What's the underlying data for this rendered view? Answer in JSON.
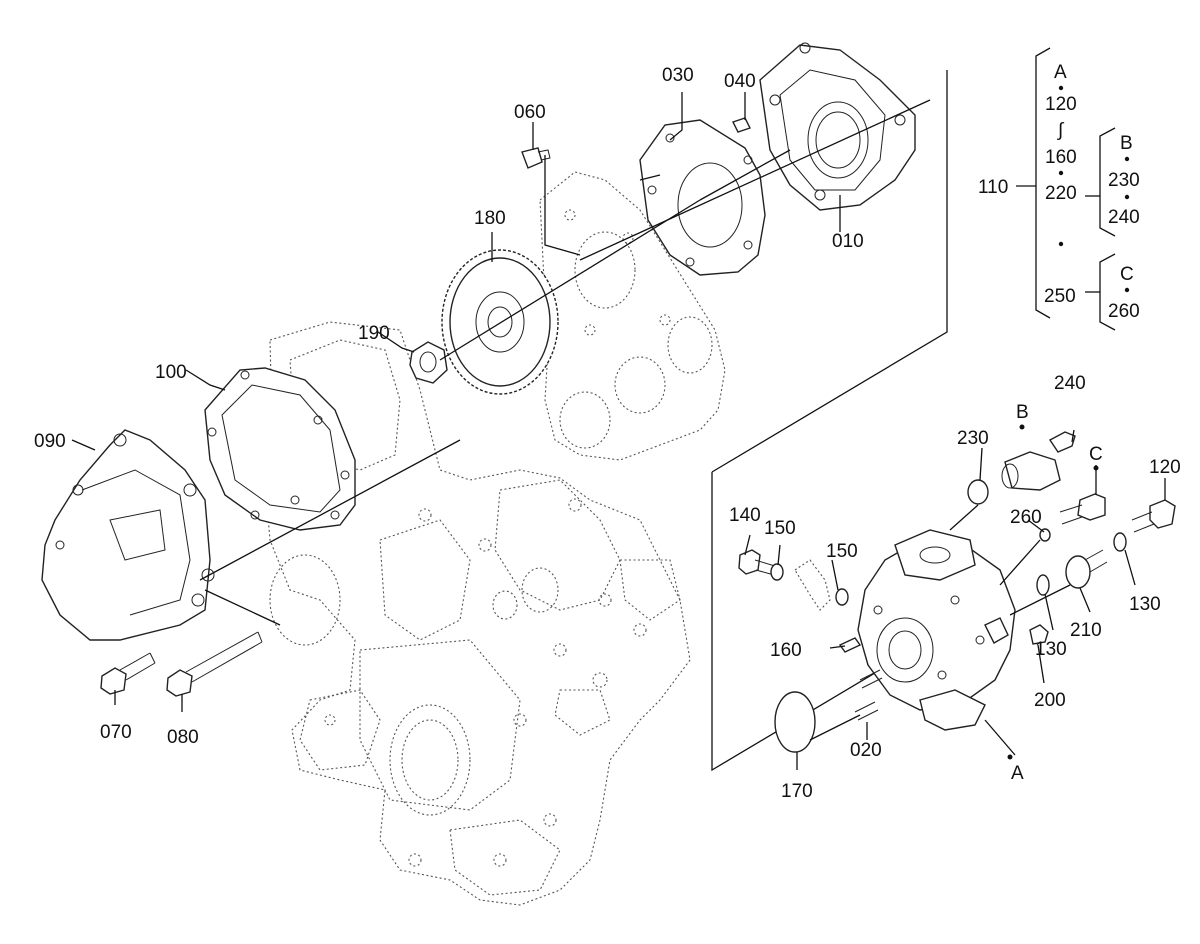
{
  "diagram": {
    "part_labels": {
      "p010": "010",
      "p020": "020",
      "p030": "030",
      "p040": "040",
      "p060": "060",
      "p070": "070",
      "p080": "080",
      "p090": "090",
      "p100": "100",
      "p120": "120",
      "p130a": "130",
      "p130b": "130",
      "p140": "140",
      "p150a": "150",
      "p150b": "150",
      "p160": "160",
      "p170": "170",
      "p180": "180",
      "p190": "190",
      "p200": "200",
      "p210": "210",
      "p230": "230",
      "p240": "240",
      "p260": "260"
    },
    "callout_letters": {
      "a": "A",
      "b": "B",
      "c": "C"
    },
    "group_bracket": {
      "main_label": "110",
      "a_top": "A",
      "a_start": "120",
      "a_wave": "∫",
      "a_end": "160",
      "a_next": "220",
      "b_letter": "B",
      "b_start": "230",
      "b_end": "240",
      "c_start": "250",
      "c_letter": "C",
      "c_end": "260"
    }
  }
}
